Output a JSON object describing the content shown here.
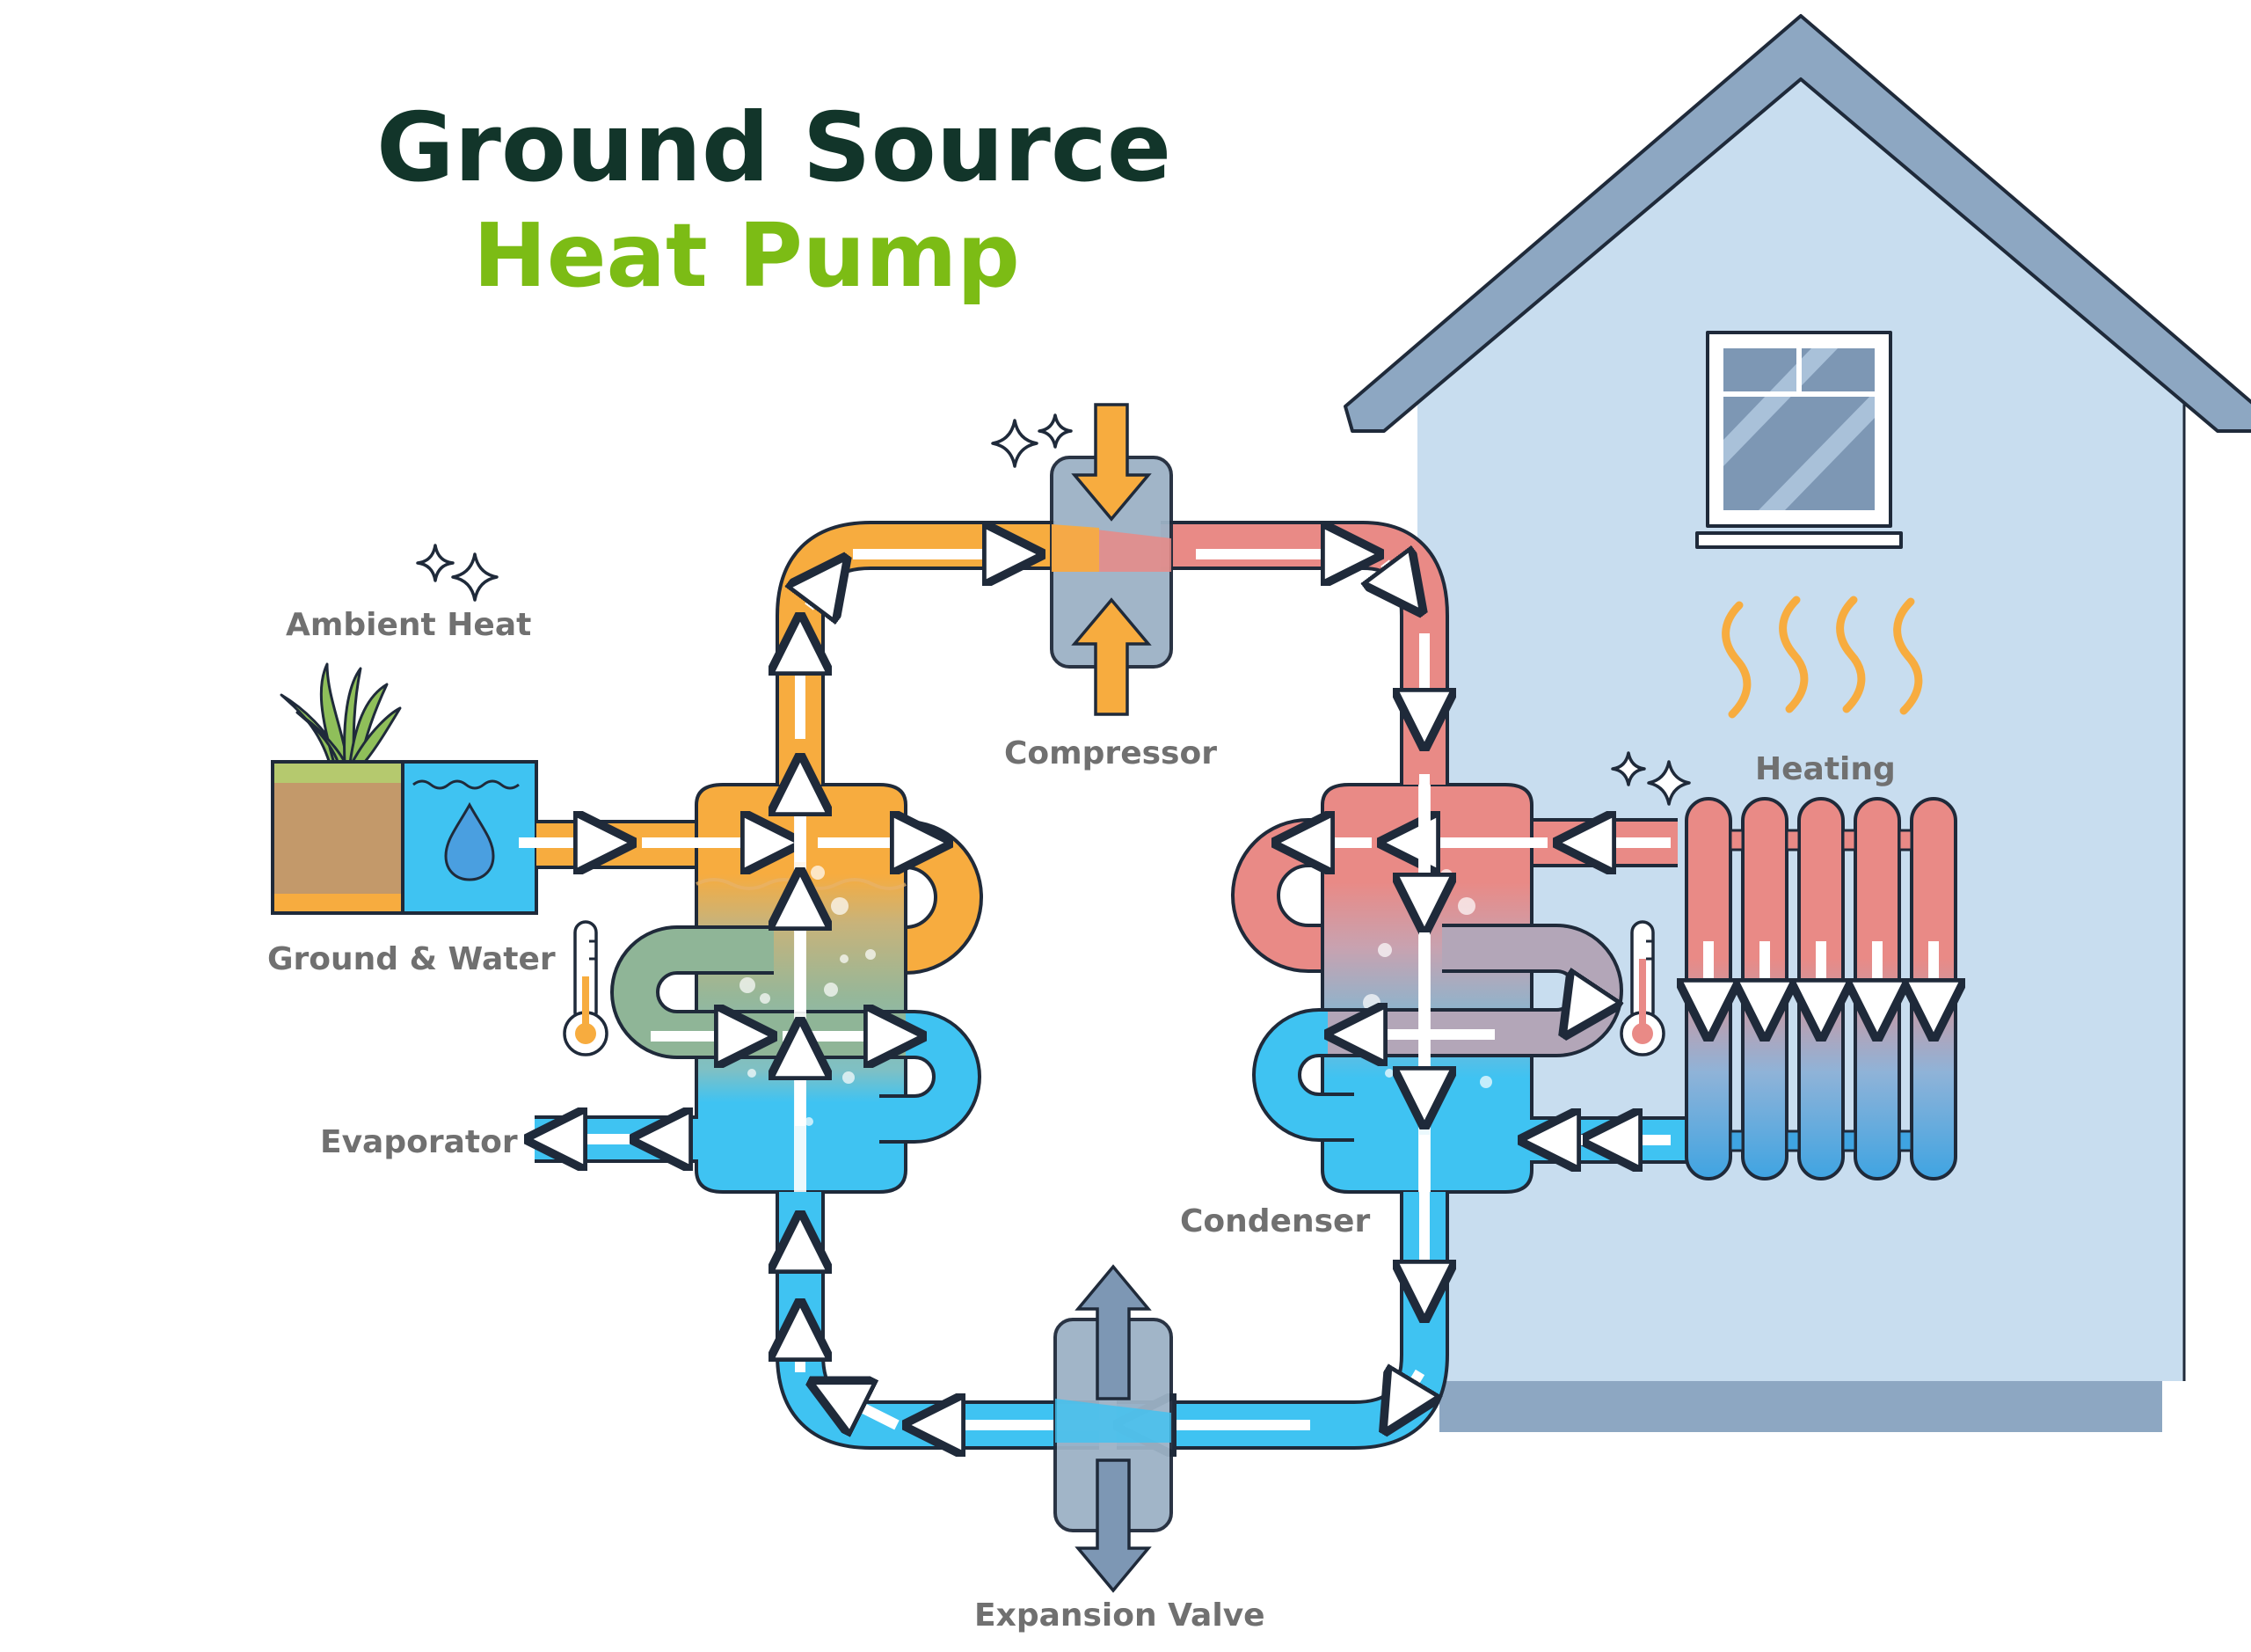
{
  "title": {
    "line1": "Ground Source",
    "line2": "Heat Pump"
  },
  "labels": {
    "ambient_heat": "Ambient Heat",
    "ground_water": "Ground & Water",
    "evaporator": "Evaporator",
    "compressor": "Compressor",
    "condenser": "Condenser",
    "expansion_valve": "Expansion Valve",
    "heating": "Heating"
  },
  "colors": {
    "title_dark": "#12352a",
    "title_green": "#7cbc15",
    "warm_orange": "#f7ac3f",
    "hot_red": "#e98a86",
    "cold_blue": "#3fc3f2",
    "mid_green": "#8fb597",
    "mid_purple": "#b3a6b8",
    "house_wall": "#c8ddef",
    "house_roof": "#8da7c2",
    "device_gray": "#9db2c6"
  },
  "icons": [
    "sparkle-icon",
    "water-drop-icon",
    "thermometer-icon",
    "grass-icon",
    "heat-wave-icon",
    "window-icon",
    "radiator-icon",
    "flow-arrow-icon"
  ]
}
